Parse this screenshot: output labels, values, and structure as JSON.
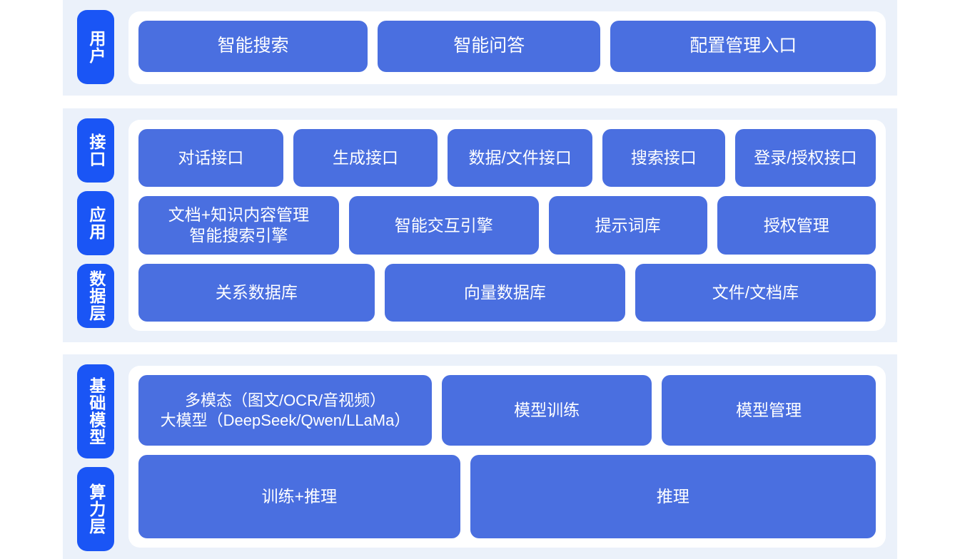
{
  "sections": [
    {
      "key": "user",
      "rails": [
        {
          "label": "用户"
        }
      ],
      "rows": [
        {
          "key": "user_entries",
          "boxes": [
            {
              "label": "智能搜索"
            },
            {
              "label": "智能问答"
            },
            {
              "label": "配置管理入口"
            }
          ]
        }
      ]
    },
    {
      "key": "platform",
      "rails": [
        {
          "label": "接口"
        },
        {
          "label": "应用"
        },
        {
          "label": "数据层"
        }
      ],
      "rows": [
        {
          "key": "interface",
          "boxes": [
            {
              "label": "对话接口"
            },
            {
              "label": "生成接口"
            },
            {
              "label": "数据/文件接口"
            },
            {
              "label": "搜索接口"
            },
            {
              "label": "登录/授权接口"
            }
          ]
        },
        {
          "key": "application",
          "boxes": [
            {
              "label": "文档+知识内容管理\n智能搜索引擎"
            },
            {
              "label": "智能交互引擎"
            },
            {
              "label": "提示词库"
            },
            {
              "label": "授权管理"
            }
          ]
        },
        {
          "key": "data",
          "boxes": [
            {
              "label": "关系数据库"
            },
            {
              "label": "向量数据库"
            },
            {
              "label": "文件/文档库"
            }
          ]
        }
      ]
    },
    {
      "key": "infra",
      "rails": [
        {
          "label": "基础模型"
        },
        {
          "label": "算力层"
        }
      ],
      "rows": [
        {
          "key": "model",
          "boxes": [
            {
              "label": "多模态（图文/OCR/音视频）\n大模型（DeepSeek/Qwen/LLaMa）"
            },
            {
              "label": "模型训练"
            },
            {
              "label": "模型管理"
            }
          ]
        },
        {
          "key": "compute",
          "boxes": [
            {
              "label": "训练+推理"
            },
            {
              "label": "推理"
            }
          ]
        }
      ]
    }
  ],
  "colors": {
    "band_background": "#ebf1fa",
    "card_background": "#ffffff",
    "box_fill": "#4a6fe0",
    "rail_fill": "#1a55f5",
    "box_text": "#ffffff",
    "rail_text": "#ffffff",
    "page_background": "#ffffff"
  }
}
